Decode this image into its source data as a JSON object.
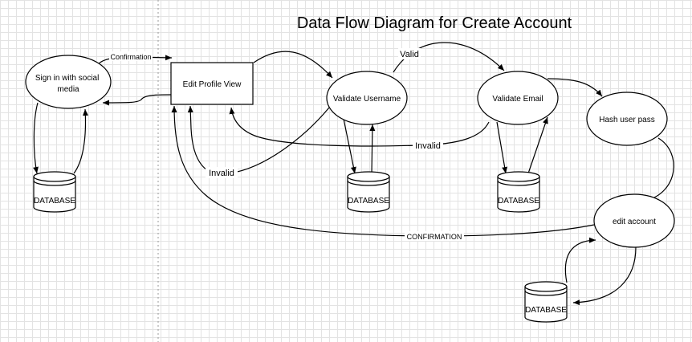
{
  "title": "Data Flow Diagram for Create Account",
  "nodes": {
    "sign_in": "Sign in with social media",
    "edit_profile": "Edit Profile View",
    "validate_username": "Validate Username",
    "validate_email": "Validate Email",
    "hash_pass": "Hash user pass",
    "edit_account": "edit account"
  },
  "databases": {
    "db1": "DATABASE",
    "db2": "DATABASE",
    "db3": "DATABASE",
    "db4": "DATABASE"
  },
  "edge_labels": {
    "confirmation_top": "Confirmation",
    "valid": "Valid",
    "invalid_email": "Invalid",
    "invalid_username": "Invalid",
    "confirmation_bottom": "CONFIRMATION"
  }
}
